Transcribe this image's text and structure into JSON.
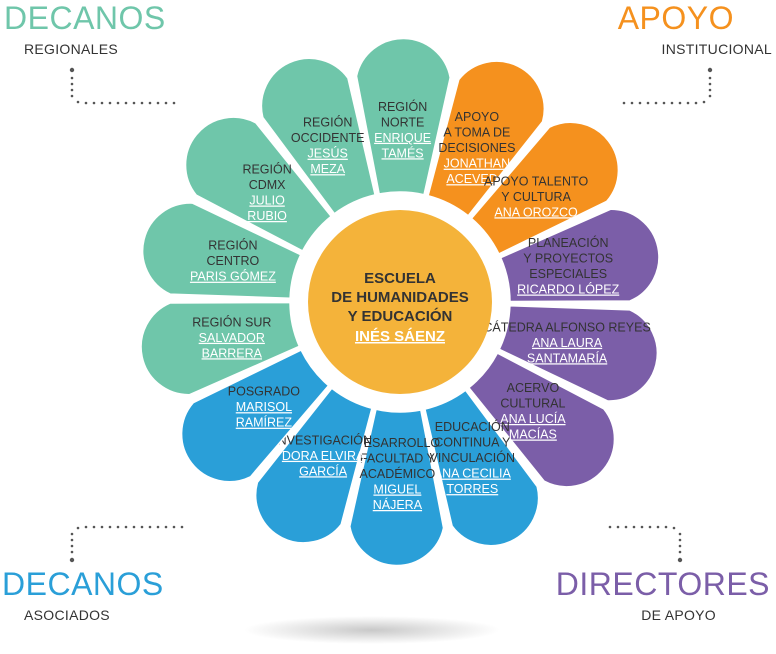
{
  "corners": {
    "top_left": {
      "title": "DECANOS",
      "subtitle": "REGIONALES",
      "color": "#6fc6aa"
    },
    "top_right": {
      "title": "APOYO",
      "subtitle": "INSTITUCIONAL",
      "color": "#f5911e"
    },
    "bottom_left": {
      "title": "DECANOS",
      "subtitle": "ASOCIADOS",
      "color": "#2a9fd8"
    },
    "bottom_right": {
      "title": "DIRECTORES",
      "subtitle": "DE APOYO",
      "color": "#7b5ea8"
    }
  },
  "center": {
    "title_lines": [
      "ESCUELA",
      "DE HUMANIDADES",
      "Y EDUCACIÓN"
    ],
    "name": "INÉS SÁENZ",
    "color": "#f4b33a"
  },
  "segments": [
    {
      "id": "region-norte",
      "group": "regional",
      "lines": [
        "REGIÓN",
        "NORTE"
      ],
      "name_lines": [
        "ENRIQUE",
        "TAMÉS"
      ]
    },
    {
      "id": "apoyo-toma-decisiones",
      "group": "institucional",
      "lines": [
        "APOYO",
        "A TOMA DE",
        "DECISIONES"
      ],
      "name_lines": [
        "JONATHAN",
        "ACEVEDO"
      ]
    },
    {
      "id": "apoyo-talento-cultura",
      "group": "institucional",
      "lines": [
        "APOYO TALENTO",
        "Y CULTURA"
      ],
      "name_lines": [
        "ANA OROZCO"
      ]
    },
    {
      "id": "planeacion-proyectos",
      "group": "directores",
      "lines": [
        "PLANEACIÓN",
        "Y PROYECTOS",
        "ESPECIALES"
      ],
      "name_lines": [
        "RICARDO LÓPEZ"
      ]
    },
    {
      "id": "catedra-alfonso-reyes",
      "group": "directores",
      "lines": [
        "CÁTEDRA ALFONSO REYES"
      ],
      "name_lines": [
        "ANA LAURA",
        "SANTAMARÍA"
      ]
    },
    {
      "id": "acervo-cultural",
      "group": "directores",
      "lines": [
        "ACERVO",
        "CULTURAL"
      ],
      "name_lines": [
        "ANA LUCÍA",
        "MACÍAS"
      ]
    },
    {
      "id": "educacion-continua",
      "group": "asociados",
      "lines": [
        "EDUCACIÓN",
        "CONTINUA Y",
        "VINCULACIÓN"
      ],
      "name_lines": [
        "ANA CECILIA",
        "TORRES"
      ]
    },
    {
      "id": "desarrollo-facultad",
      "group": "asociados",
      "lines": [
        "DESARROLLO",
        "FACULTAD Y",
        "ACADÉMICO"
      ],
      "name_lines": [
        "MIGUEL",
        "NÁJERA"
      ]
    },
    {
      "id": "investigacion",
      "group": "asociados",
      "lines": [
        "INVESTIGACIÓN"
      ],
      "name_lines": [
        "DORA ELVIRA",
        "GARCÍA"
      ]
    },
    {
      "id": "posgrado",
      "group": "asociados",
      "lines": [
        "POSGRADO"
      ],
      "name_lines": [
        "MARISOL",
        "RAMÍREZ"
      ]
    },
    {
      "id": "region-sur",
      "group": "regional",
      "lines": [
        "REGIÓN SUR"
      ],
      "name_lines": [
        "SALVADOR",
        "BARRERA"
      ]
    },
    {
      "id": "region-centro",
      "group": "regional",
      "lines": [
        "REGIÓN",
        "CENTRO"
      ],
      "name_lines": [
        "PARIS GÓMEZ"
      ]
    },
    {
      "id": "region-cdmx",
      "group": "regional",
      "lines": [
        "REGIÓN",
        "CDMX"
      ],
      "name_lines": [
        "JULIO",
        "RUBIO"
      ]
    },
    {
      "id": "region-occidente",
      "group": "regional",
      "lines": [
        "REGIÓN",
        "OCCIDENTE"
      ],
      "name_lines": [
        "JESÚS",
        "MEZA"
      ]
    }
  ],
  "group_colors": {
    "regional": "#6fc6aa",
    "institucional": "#f5911e",
    "directores": "#7b5ea8",
    "asociados": "#2a9fd8"
  }
}
